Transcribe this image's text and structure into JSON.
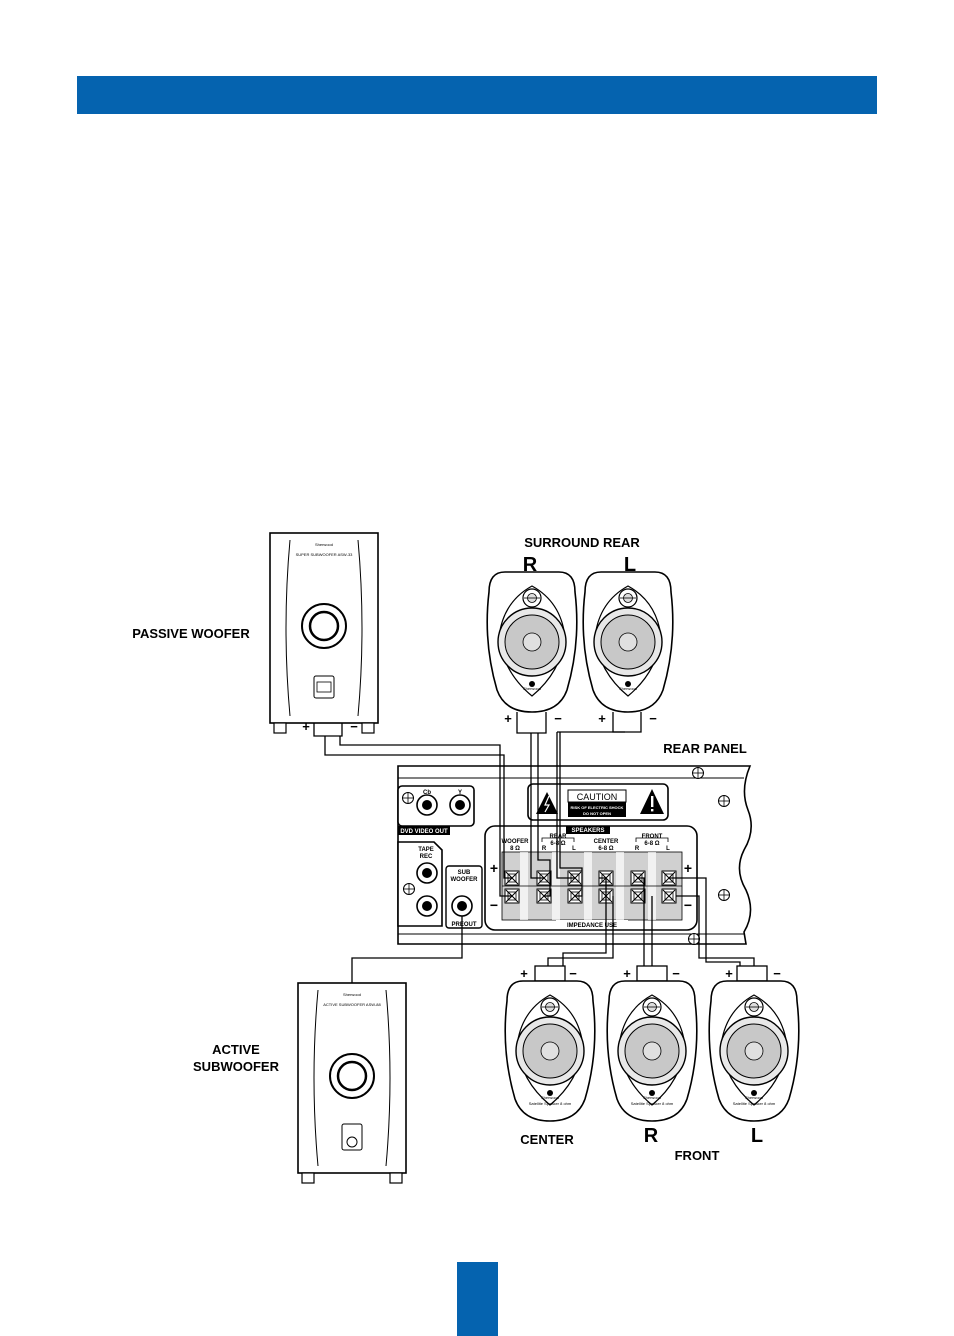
{
  "header": {
    "color": "#0563af"
  },
  "page_tab": {
    "color": "#0563af"
  },
  "labels": {
    "passive_woofer": "PASSIVE WOOFER",
    "surround_rear": "SURROUND REAR",
    "rear_r": "R",
    "rear_l": "L",
    "rear_panel": "REAR PANEL",
    "active_sub_line1": "ACTIVE",
    "active_sub_line2": "SUBWOOFER",
    "center": "CENTER",
    "front_r": "R",
    "front_l": "L",
    "front": "FRONT"
  },
  "panel": {
    "caution": "CAUTION",
    "risk_line1": "RISK OF ELECTRIC SHOCK",
    "risk_line2": "DO NOT OPEN",
    "dvd_cb": "Cb",
    "dvd_y": "Y",
    "dvd_video_out": "DVD VIDEO OUT",
    "tape_line1": "TAPE",
    "tape_line2": "REC",
    "sub_line1": "SUB",
    "sub_line2": "WOOFER",
    "preout": "PREOUT",
    "speakers": "SPEAKERS",
    "woofer": "WOOFER",
    "woofer_imp": "8 Ω",
    "rear": "REAR",
    "rear_imp": "6-8 Ω",
    "center": "CENTER",
    "center_imp": "6-8 Ω",
    "front": "FRONT",
    "front_imp": "6-8 Ω",
    "r": "R",
    "l": "L",
    "impedance_use": "IMPEDANCE USE",
    "plus": "+",
    "minus": "−"
  },
  "speaker_terms": {
    "plus": "+",
    "minus": "−"
  },
  "brand": "Sherwood",
  "woofer_badges": {
    "passive_model": "SUPER SUBWOOFER ASW-33",
    "active_model": "ACTIVE SUBWOOFER ASW-88"
  },
  "speaker_badge": "Satellite Speaker 8 ohm"
}
